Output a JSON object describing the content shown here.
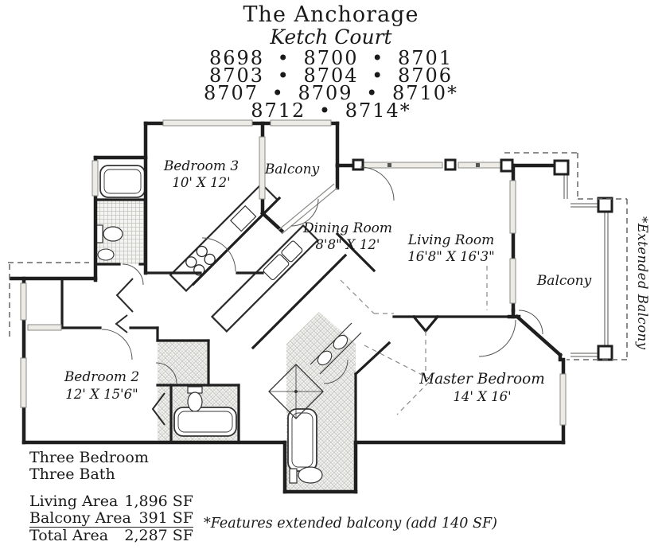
{
  "header": {
    "building": "The Anchorage",
    "court": "Ketch Court",
    "unit_lines": [
      "8698 • 8700 • 8701",
      "8703 • 8704 • 8706",
      "8707 • 8709 • 8710*",
      "8712 • 8714*"
    ]
  },
  "rooms": {
    "bedroom3": {
      "name": "Bedroom 3",
      "dims": "10' X 12'"
    },
    "balcony_top": {
      "name": "Balcony"
    },
    "dining": {
      "name": "Dining Room",
      "dims": "8'8\" X 12'"
    },
    "living": {
      "name": "Living Room",
      "dims": "16'8\" X 16'3\""
    },
    "balcony_right": {
      "name": "Balcony"
    },
    "master": {
      "name": "Master Bedroom",
      "dims": "14' X 16'"
    },
    "bedroom2": {
      "name": "Bedroom 2",
      "dims": "12' X 15'6\""
    }
  },
  "annotations": {
    "extended_balcony": "*Extended Balcony",
    "footnote": "*Features extended balcony (add 140 SF)"
  },
  "summary": {
    "line1": "Three Bedroom",
    "line2": "Three Bath",
    "areas": [
      {
        "label": "Living Area",
        "value": "1,896 SF"
      },
      {
        "label": "Balcony Area",
        "value": "391 SF"
      },
      {
        "label": "Total Area",
        "value": "2,287 SF"
      }
    ]
  },
  "colors": {
    "ink": "#1f1f1f",
    "window": "#8a8a86",
    "hatch": "#b9b9b4",
    "dash": "#666666"
  }
}
